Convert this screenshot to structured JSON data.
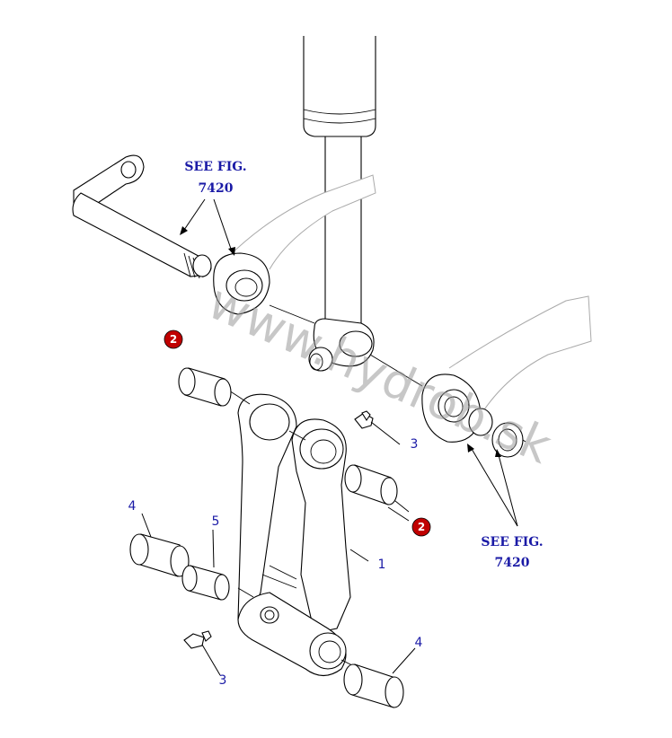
{
  "watermark": "www.hydrob.sk",
  "see_fig_top": {
    "line1": "SEE FIG.",
    "line2": "7420"
  },
  "see_fig_right": {
    "line1": "SEE FIG.",
    "line2": "7420"
  },
  "callouts": {
    "c1": "1",
    "c2a": "2",
    "c2b": "2",
    "c3a": "3",
    "c3b": "3",
    "c4a": "4",
    "c4b": "4",
    "c5": "5"
  },
  "colors": {
    "label": "#1a1aa6",
    "callout_red": "#c00000",
    "line": "#000000",
    "background": "#ffffff"
  }
}
